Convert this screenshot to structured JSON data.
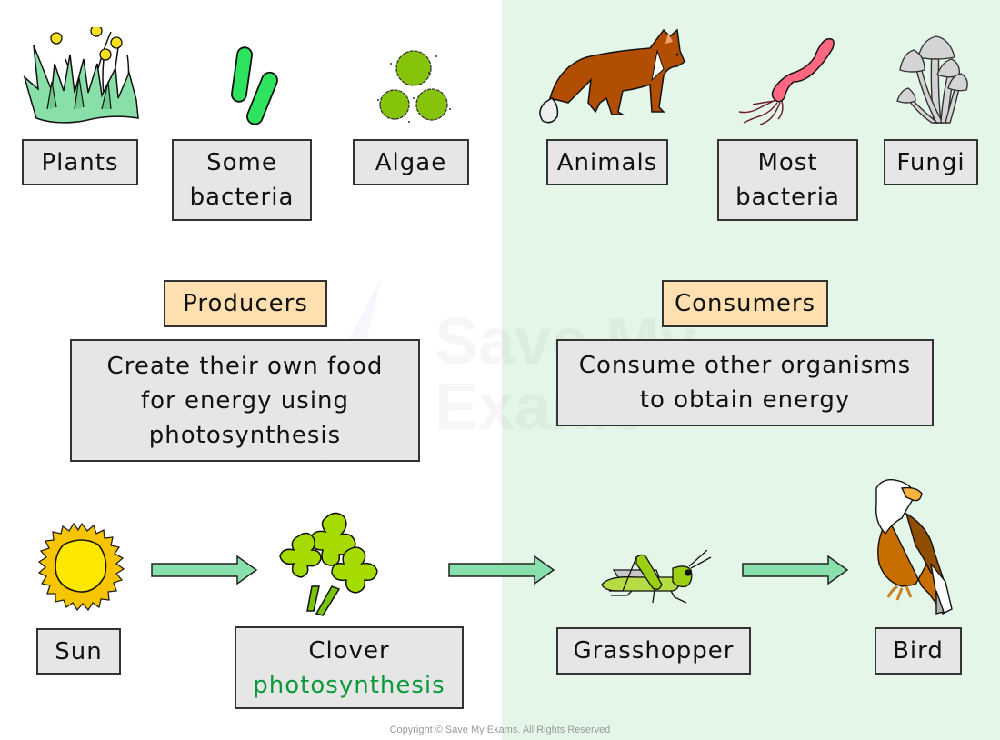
{
  "background": {
    "left_color": "#ffffff",
    "right_color": "#e3f6e8"
  },
  "producers_examples": [
    {
      "label": "Plants",
      "icon": "grass-flowers-icon"
    },
    {
      "label_line1": "Some",
      "label_line2": "bacteria",
      "icon": "green-bacteria-icon"
    },
    {
      "label": "Algae",
      "icon": "algae-cells-icon"
    }
  ],
  "consumers_examples": [
    {
      "label": "Animals",
      "icon": "fox-icon"
    },
    {
      "label_line1": "Most",
      "label_line2": "bacteria",
      "icon": "pink-bacterium-icon"
    },
    {
      "label": "Fungi",
      "icon": "mushrooms-icon"
    }
  ],
  "producers": {
    "heading": "Producers",
    "description_line1": "Create their own food",
    "description_line2": "for energy using",
    "description_line3": "photosynthesis"
  },
  "consumers": {
    "heading": "Consumers",
    "description_line1": "Consume other organisms",
    "description_line2": "to obtain energy"
  },
  "food_chain": [
    {
      "label": "Sun",
      "icon": "sun-icon"
    },
    {
      "label": "Clover",
      "sublabel": "photosynthesis",
      "icon": "clover-icon"
    },
    {
      "label": "Grasshopper",
      "icon": "grasshopper-icon"
    },
    {
      "label": "Bird",
      "icon": "eagle-icon"
    }
  ],
  "colors": {
    "heading_box": "#fee0b0",
    "label_box": "#e6e6e6",
    "arrow": "#88e0ad",
    "photosynthesis_text": "#0a9a3c"
  },
  "watermark": {
    "line1": "Save My",
    "line2": "Exams"
  },
  "copyright": "Copyright © Save My Exams. All Rights Reserved"
}
